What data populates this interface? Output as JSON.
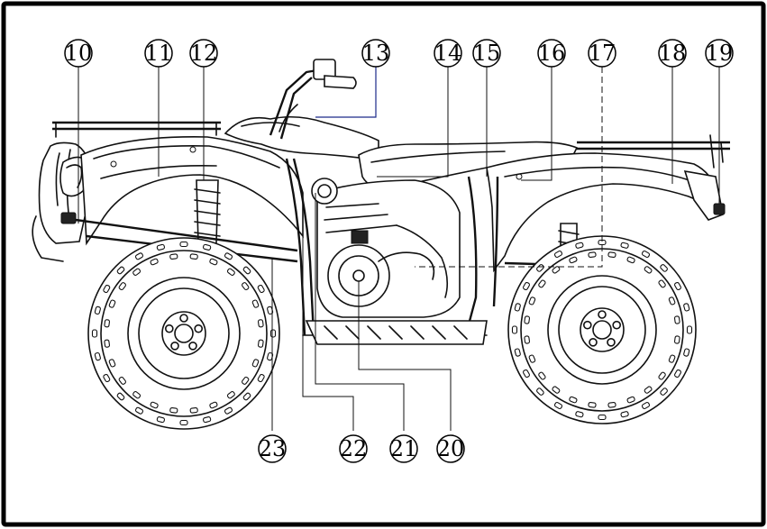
{
  "callouts": [
    {
      "id": "c10",
      "number": "10"
    },
    {
      "id": "c11",
      "number": "11"
    },
    {
      "id": "c12",
      "number": "12"
    },
    {
      "id": "c13",
      "number": "13"
    },
    {
      "id": "c14",
      "number": "14"
    },
    {
      "id": "c15",
      "number": "15"
    },
    {
      "id": "c16",
      "number": "16"
    },
    {
      "id": "c17",
      "number": "17"
    },
    {
      "id": "c18",
      "number": "18"
    },
    {
      "id": "c19",
      "number": "19"
    },
    {
      "id": "c20",
      "number": "20"
    },
    {
      "id": "c21",
      "number": "21"
    },
    {
      "id": "c22",
      "number": "22"
    },
    {
      "id": "c23",
      "number": "23"
    }
  ]
}
